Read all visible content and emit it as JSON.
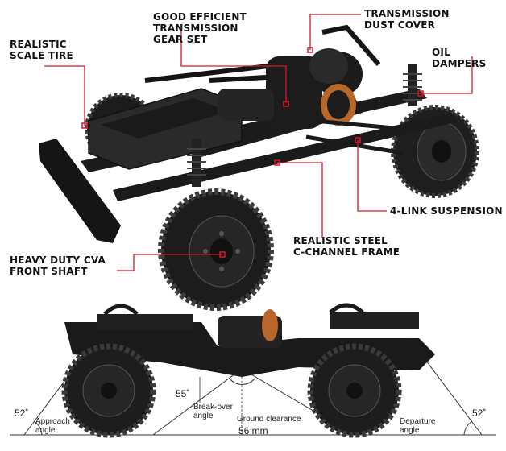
{
  "callouts": {
    "realistic_scale_tire": "REALISTIC\nSCALE TIRE",
    "gear_set": "GOOD EFFICIENT\nTRANSMISSION\nGEAR SET",
    "dust_cover": "TRANSMISSION\nDUST COVER",
    "oil_dampers": "OIL DAMPERS",
    "four_link": "4-LINK SUSPENSION",
    "front_shaft": "HEAVY DUTY CVA\nFRONT SHAFT",
    "frame": "REALISTIC STEEL\nC-CHANNEL FRAME"
  },
  "side_view": {
    "approach_label": "Approach\nangle",
    "approach_value": "52˚",
    "breakover_label": "Break-over\nangle",
    "breakover_value": "55˚",
    "clearance_label": "Ground clearance",
    "clearance_value": "56 mm",
    "departure_label": "Departure\nangle",
    "departure_value": "52˚"
  },
  "colors": {
    "callout_line": "#d4182a",
    "chassis": "#1b1b1b",
    "tire": "#222222",
    "accent": "#b8662a"
  }
}
